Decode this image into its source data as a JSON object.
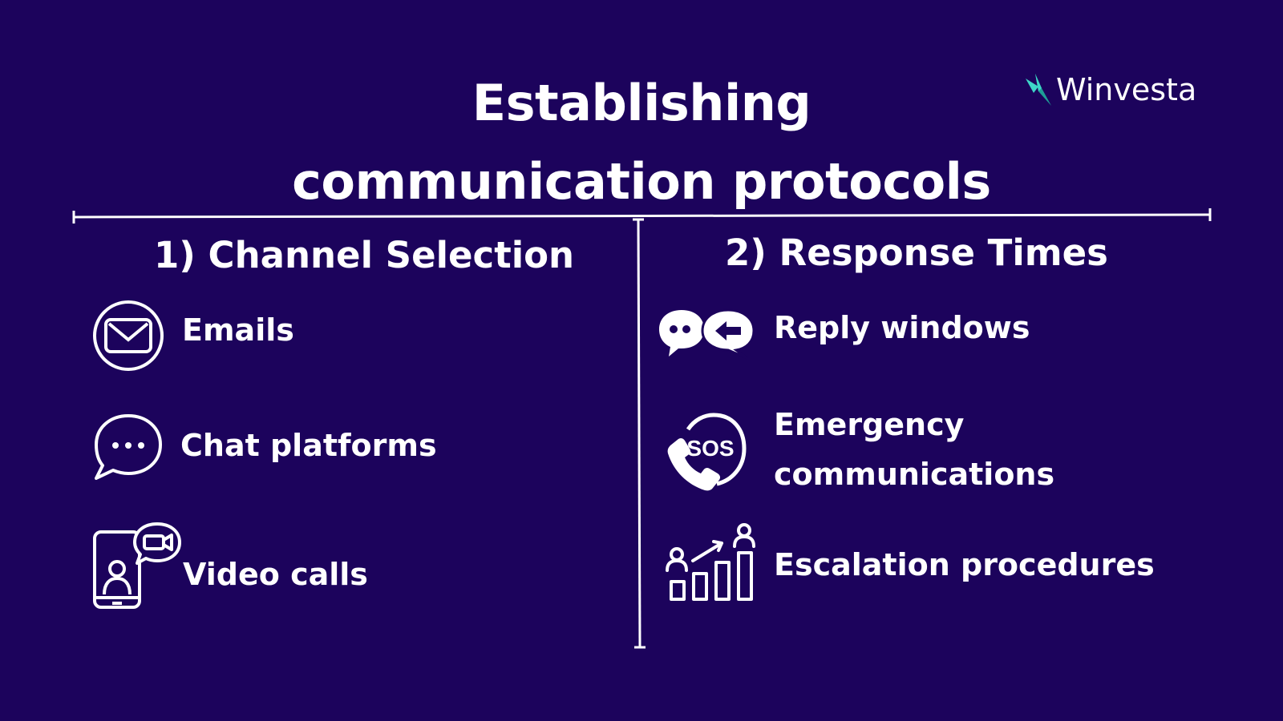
{
  "title": "Establishing communication protocols",
  "logo": {
    "text": "Winvesta",
    "colors": {
      "mark_primary": "#3fd6c8",
      "mark_secondary": "#1e9e96"
    }
  },
  "colors": {
    "background": "#1c035c",
    "foreground": "#ffffff"
  },
  "left_section": {
    "heading": "1) Channel Selection",
    "items": [
      {
        "label": "Emails",
        "icon": "envelope-icon"
      },
      {
        "label": "Chat platforms",
        "icon": "chat-bubble-icon"
      },
      {
        "label": "Video calls",
        "icon": "video-call-phone-icon"
      }
    ]
  },
  "right_section": {
    "heading": "2) Response Times",
    "items": [
      {
        "label": "Reply windows",
        "icon": "reply-bubbles-icon"
      },
      {
        "label": "Emergency communications",
        "icon": "sos-phone-icon"
      },
      {
        "label": "Escalation procedures",
        "icon": "escalation-chart-icon"
      }
    ]
  }
}
